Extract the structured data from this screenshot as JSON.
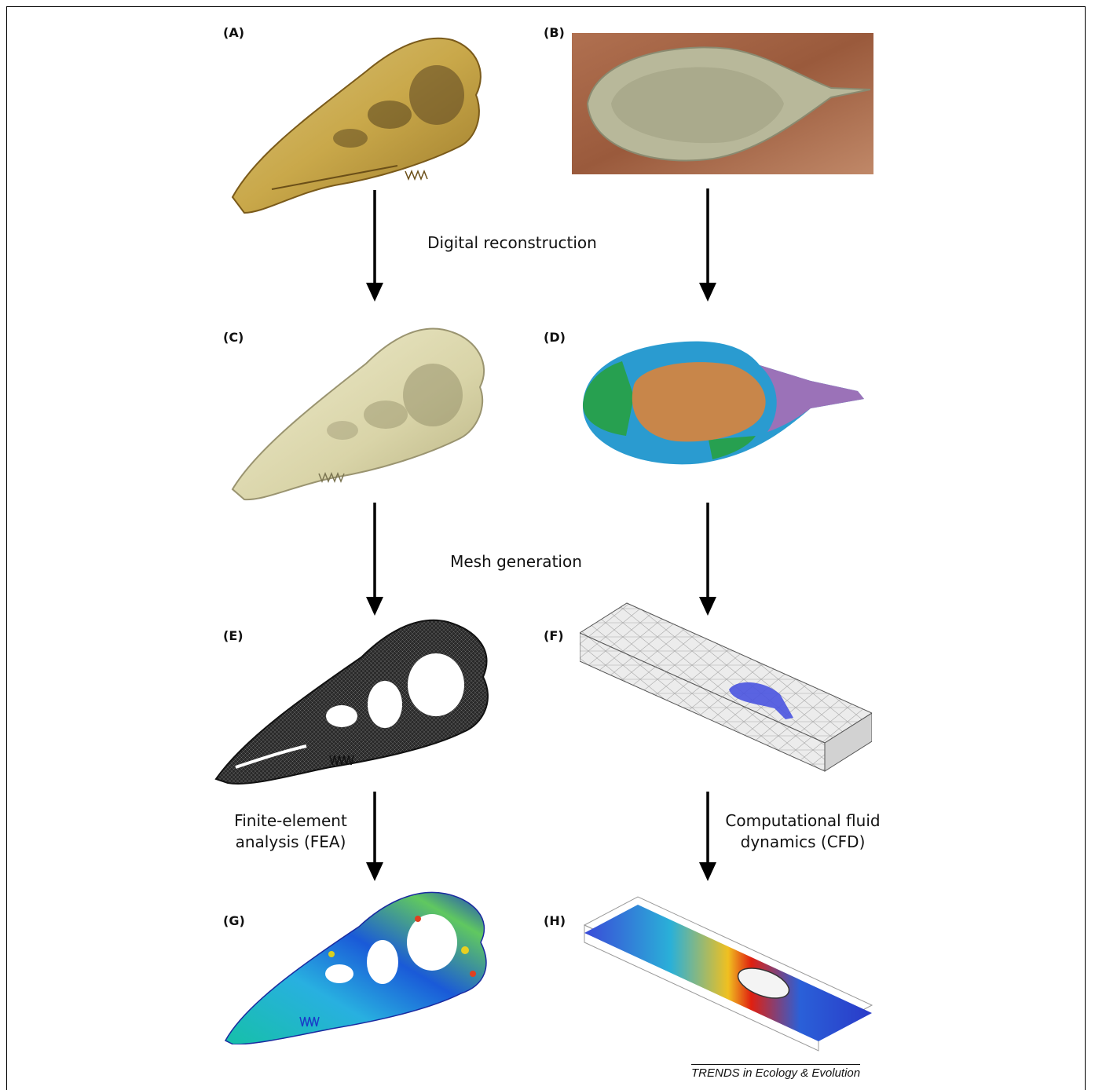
{
  "panels": {
    "a": "(A)",
    "b": "(B)",
    "c": "(C)",
    "d": "(D)",
    "e": "(E)",
    "f": "(F)",
    "g": "(G)",
    "h": "(H)"
  },
  "steps": {
    "digital_reconstruction": "Digital reconstruction",
    "mesh_generation": "Mesh generation",
    "fea_line1": "Finite-element",
    "fea_line2": "analysis (FEA)",
    "cfd_line1": "Computational fluid",
    "cfd_line2": "dynamics (CFD)"
  },
  "footer": "TRENDS in Ecology & Evolution"
}
